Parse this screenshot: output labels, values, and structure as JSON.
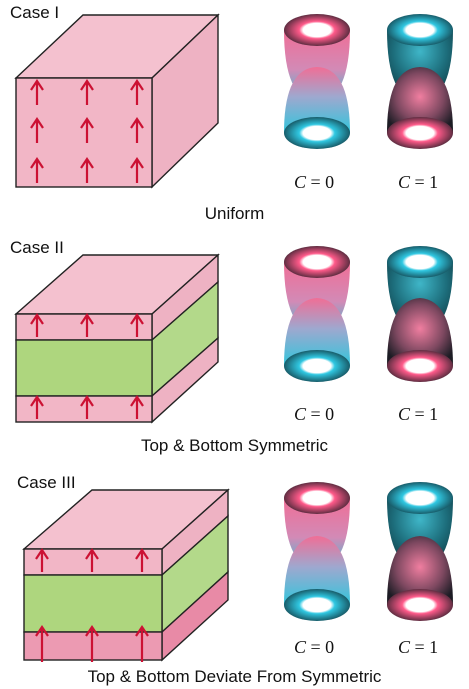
{
  "cases": [
    {
      "label": "Case I",
      "caption": "Uniform",
      "c_values": [
        "0",
        "1"
      ]
    },
    {
      "label": "Case II",
      "caption": "Top & Bottom Symmetric",
      "c_values": [
        "0",
        "1"
      ]
    },
    {
      "label": "Case III",
      "caption": "Top & Bottom Deviate From Symmetric",
      "c_values": [
        "0",
        "1"
      ]
    }
  ],
  "c_symbol": "C",
  "equals": "=",
  "colors": {
    "pink": "#f2b8c6",
    "pink_dark": "#e890a8",
    "green": "#b5dc88",
    "arrow": "#cc1133",
    "cyan": "#2fc4da",
    "bowl_dark": "#164d58"
  }
}
